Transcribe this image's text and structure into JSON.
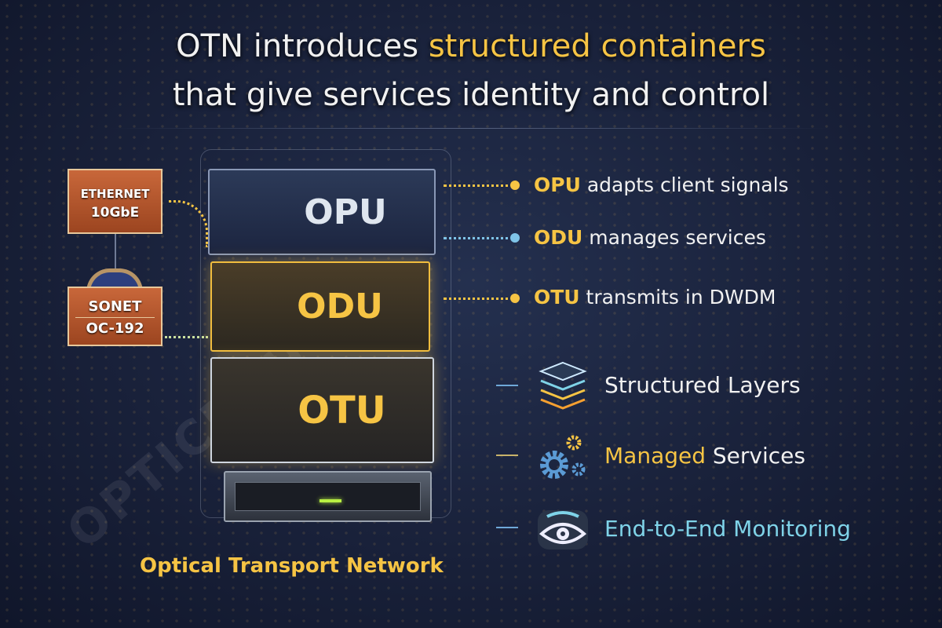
{
  "title": {
    "line1_pre": "OTN introduces ",
    "line1_highlight": "structured containers",
    "line2": "that give services identity and control"
  },
  "watermark": "OPTICROUTE",
  "clients": {
    "ethernet": {
      "line1": "ETHERNET",
      "line2": "10GbE"
    },
    "sonet": {
      "line1": "SONET",
      "line2": "OC-192"
    }
  },
  "stack": {
    "opu": "OPU",
    "odu": "ODU",
    "otu": "OTU"
  },
  "layer_labels": [
    {
      "term": "OPU",
      "desc": " adapts client signals"
    },
    {
      "term": "ODU",
      "desc": " manages services"
    },
    {
      "term": "OTU",
      "desc": " transmits in DWDM"
    }
  ],
  "features": [
    {
      "icon": "layers-icon",
      "text": "Structured Layers"
    },
    {
      "icon": "gears-icon",
      "highlight": "Managed",
      "text": " Services"
    },
    {
      "icon": "eye-icon",
      "text": "End-to-End Monitoring"
    }
  ],
  "caption": "Optical Transport Network",
  "colors": {
    "gold": "#f6c444",
    "cyan": "#7fd3e8",
    "background": "#19213a"
  }
}
